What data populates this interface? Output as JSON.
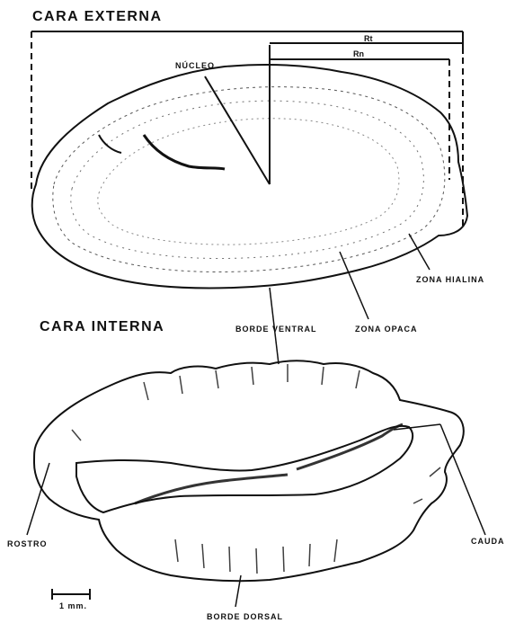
{
  "headings": {
    "external_face": "CARA  EXTERNA",
    "internal_face": "CARA  INTERNA"
  },
  "labels": {
    "r_total": "Rt",
    "r_n": "Rn",
    "nucleus": "NÚCLEO",
    "hyaline_zone": "ZONA  HIALINA",
    "ventral_edge": "BORDE  VENTRAL",
    "opaque_zone": "ZONA  OPACA",
    "rostrum": "ROSTRO",
    "cauda": "CAUDA",
    "dorsal_edge": "BORDE  DORSAL",
    "scale": "1 mm."
  },
  "colors": {
    "ink": "#111111",
    "paper": "#ffffff"
  }
}
